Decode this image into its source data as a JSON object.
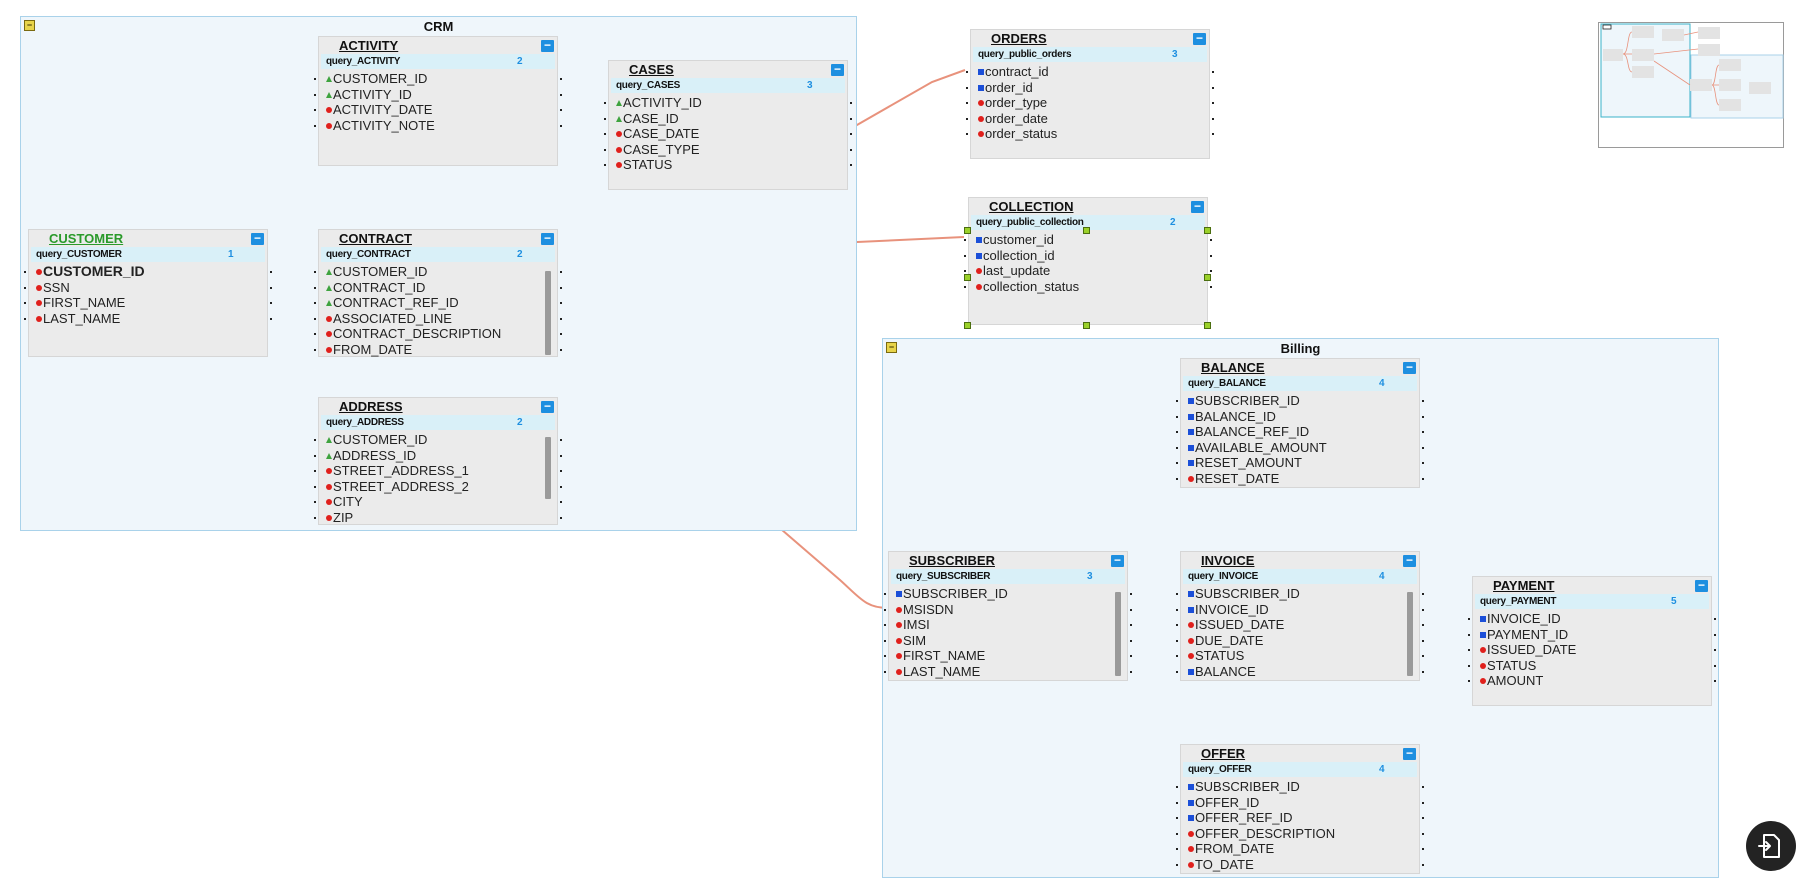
{
  "groups": {
    "crm": {
      "title": "CRM"
    },
    "billing": {
      "title": "Billing"
    }
  },
  "tables": {
    "customer": {
      "name": "CUSTOMER",
      "query": "query_CUSTOMER",
      "count": "1",
      "fields": [
        {
          "name": "CUSTOMER_ID",
          "marker": "pk"
        },
        {
          "name": "SSN",
          "marker": "pk"
        },
        {
          "name": "FIRST_NAME",
          "marker": "pk"
        },
        {
          "name": "LAST_NAME",
          "marker": "pk"
        }
      ]
    },
    "activity": {
      "name": "ACTIVITY",
      "query": "query_ACTIVITY",
      "count": "2",
      "fields": [
        {
          "name": "CUSTOMER_ID",
          "marker": "fk"
        },
        {
          "name": "ACTIVITY_ID",
          "marker": "fk"
        },
        {
          "name": "ACTIVITY_DATE",
          "marker": "pk"
        },
        {
          "name": "ACTIVITY_NOTE",
          "marker": "pk"
        }
      ]
    },
    "cases": {
      "name": "CASES",
      "query": "query_CASES",
      "count": "3",
      "fields": [
        {
          "name": "ACTIVITY_ID",
          "marker": "fk"
        },
        {
          "name": "CASE_ID",
          "marker": "fk"
        },
        {
          "name": "CASE_DATE",
          "marker": "pk"
        },
        {
          "name": "CASE_TYPE",
          "marker": "pk"
        },
        {
          "name": "STATUS",
          "marker": "pk"
        }
      ]
    },
    "contract": {
      "name": "CONTRACT",
      "query": "query_CONTRACT",
      "count": "2",
      "fields": [
        {
          "name": "CUSTOMER_ID",
          "marker": "fk"
        },
        {
          "name": "CONTRACT_ID",
          "marker": "fk"
        },
        {
          "name": "CONTRACT_REF_ID",
          "marker": "fk"
        },
        {
          "name": "ASSOCIATED_LINE",
          "marker": "pk"
        },
        {
          "name": "CONTRACT_DESCRIPTION",
          "marker": "pk"
        },
        {
          "name": "FROM_DATE",
          "marker": "pk"
        }
      ]
    },
    "address": {
      "name": "ADDRESS",
      "query": "query_ADDRESS",
      "count": "2",
      "fields": [
        {
          "name": "CUSTOMER_ID",
          "marker": "fk"
        },
        {
          "name": "ADDRESS_ID",
          "marker": "fk"
        },
        {
          "name": "STREET_ADDRESS_1",
          "marker": "pk"
        },
        {
          "name": "STREET_ADDRESS_2",
          "marker": "pk"
        },
        {
          "name": "CITY",
          "marker": "pk"
        },
        {
          "name": "ZIP",
          "marker": "pk"
        }
      ]
    },
    "orders": {
      "name": "ORDERS",
      "query": "query_public_orders",
      "count": "3",
      "fields": [
        {
          "name": "contract_id",
          "marker": "sq"
        },
        {
          "name": "order_id",
          "marker": "sq"
        },
        {
          "name": "order_type",
          "marker": "pk"
        },
        {
          "name": "order_date",
          "marker": "pk"
        },
        {
          "name": "order_status",
          "marker": "pk"
        }
      ]
    },
    "collection": {
      "name": "COLLECTION",
      "query": "query_public_collection",
      "count": "2",
      "fields": [
        {
          "name": "customer_id",
          "marker": "sq"
        },
        {
          "name": "collection_id",
          "marker": "sq"
        },
        {
          "name": "last_update",
          "marker": "pk"
        },
        {
          "name": "collection_status",
          "marker": "pk"
        }
      ]
    },
    "balance": {
      "name": "BALANCE",
      "query": "query_BALANCE",
      "count": "4",
      "fields": [
        {
          "name": "SUBSCRIBER_ID",
          "marker": "sq"
        },
        {
          "name": "BALANCE_ID",
          "marker": "sq"
        },
        {
          "name": "BALANCE_REF_ID",
          "marker": "sq"
        },
        {
          "name": "AVAILABLE_AMOUNT",
          "marker": "sq"
        },
        {
          "name": "RESET_AMOUNT",
          "marker": "sq"
        },
        {
          "name": "RESET_DATE",
          "marker": "pk"
        }
      ]
    },
    "subscriber": {
      "name": "SUBSCRIBER",
      "query": "query_SUBSCRIBER",
      "count": "3",
      "fields": [
        {
          "name": "SUBSCRIBER_ID",
          "marker": "sq"
        },
        {
          "name": "MSISDN",
          "marker": "pk"
        },
        {
          "name": "IMSI",
          "marker": "pk"
        },
        {
          "name": "SIM",
          "marker": "pk"
        },
        {
          "name": "FIRST_NAME",
          "marker": "pk"
        },
        {
          "name": "LAST_NAME",
          "marker": "pk"
        }
      ]
    },
    "invoice": {
      "name": "INVOICE",
      "query": "query_INVOICE",
      "count": "4",
      "fields": [
        {
          "name": "SUBSCRIBER_ID",
          "marker": "sq"
        },
        {
          "name": "INVOICE_ID",
          "marker": "sq"
        },
        {
          "name": "ISSUED_DATE",
          "marker": "pk"
        },
        {
          "name": "DUE_DATE",
          "marker": "pk"
        },
        {
          "name": "STATUS",
          "marker": "pk"
        },
        {
          "name": "BALANCE",
          "marker": "sq"
        }
      ]
    },
    "payment": {
      "name": "PAYMENT",
      "query": "query_PAYMENT",
      "count": "5",
      "fields": [
        {
          "name": "INVOICE_ID",
          "marker": "sq"
        },
        {
          "name": "PAYMENT_ID",
          "marker": "sq"
        },
        {
          "name": "ISSUED_DATE",
          "marker": "pk"
        },
        {
          "name": "STATUS",
          "marker": "pk"
        },
        {
          "name": "AMOUNT",
          "marker": "pk"
        }
      ]
    },
    "offer": {
      "name": "OFFER",
      "query": "query_OFFER",
      "count": "4",
      "fields": [
        {
          "name": "SUBSCRIBER_ID",
          "marker": "sq"
        },
        {
          "name": "OFFER_ID",
          "marker": "sq"
        },
        {
          "name": "OFFER_REF_ID",
          "marker": "sq"
        },
        {
          "name": "OFFER_DESCRIPTION",
          "marker": "pk"
        },
        {
          "name": "FROM_DATE",
          "marker": "pk"
        },
        {
          "name": "TO_DATE",
          "marker": "pk"
        }
      ]
    }
  },
  "colors": {
    "link": "#e8927c",
    "group_fill": "#eff6fb",
    "group_border": "#a9d2ea",
    "table_fill": "#ebebeb",
    "query_bar": "#d9f0f8",
    "accent": "#1e8fe0"
  },
  "icons": {
    "collapse_table": "minus-icon",
    "collapse_group": "minus-icon",
    "export": "export-file-icon"
  }
}
